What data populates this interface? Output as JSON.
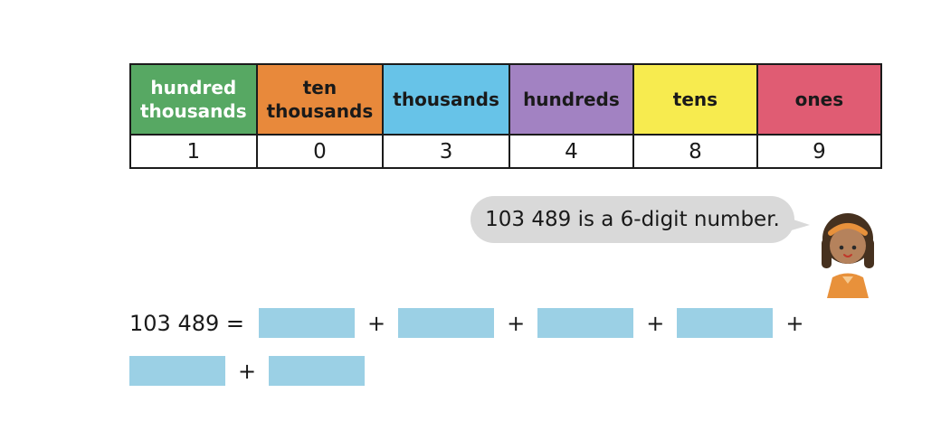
{
  "table": {
    "columns": [
      {
        "label": "hundred thousands",
        "header_bg": "#57a863",
        "header_text": "#ffffff",
        "value": "1"
      },
      {
        "label": "ten thousands",
        "header_bg": "#e8893b",
        "header_text": "#1a1a1a",
        "value": "0"
      },
      {
        "label": "thousands",
        "header_bg": "#67c3e8",
        "header_text": "#1a1a1a",
        "value": "3"
      },
      {
        "label": "hundreds",
        "header_bg": "#a282c2",
        "header_text": "#1a1a1a",
        "value": "4"
      },
      {
        "label": "tens",
        "header_bg": "#f7eb4f",
        "header_text": "#1a1a1a",
        "value": "8"
      },
      {
        "label": "ones",
        "header_bg": "#e05c73",
        "header_text": "#1a1a1a",
        "value": "9"
      }
    ]
  },
  "speech": {
    "text": "103 489 is a 6-digit number.",
    "bubble_color": "#d9d9d9"
  },
  "equation": {
    "lhs": "103 489 =",
    "plus": "+",
    "box_color": "#9bd0e5"
  }
}
